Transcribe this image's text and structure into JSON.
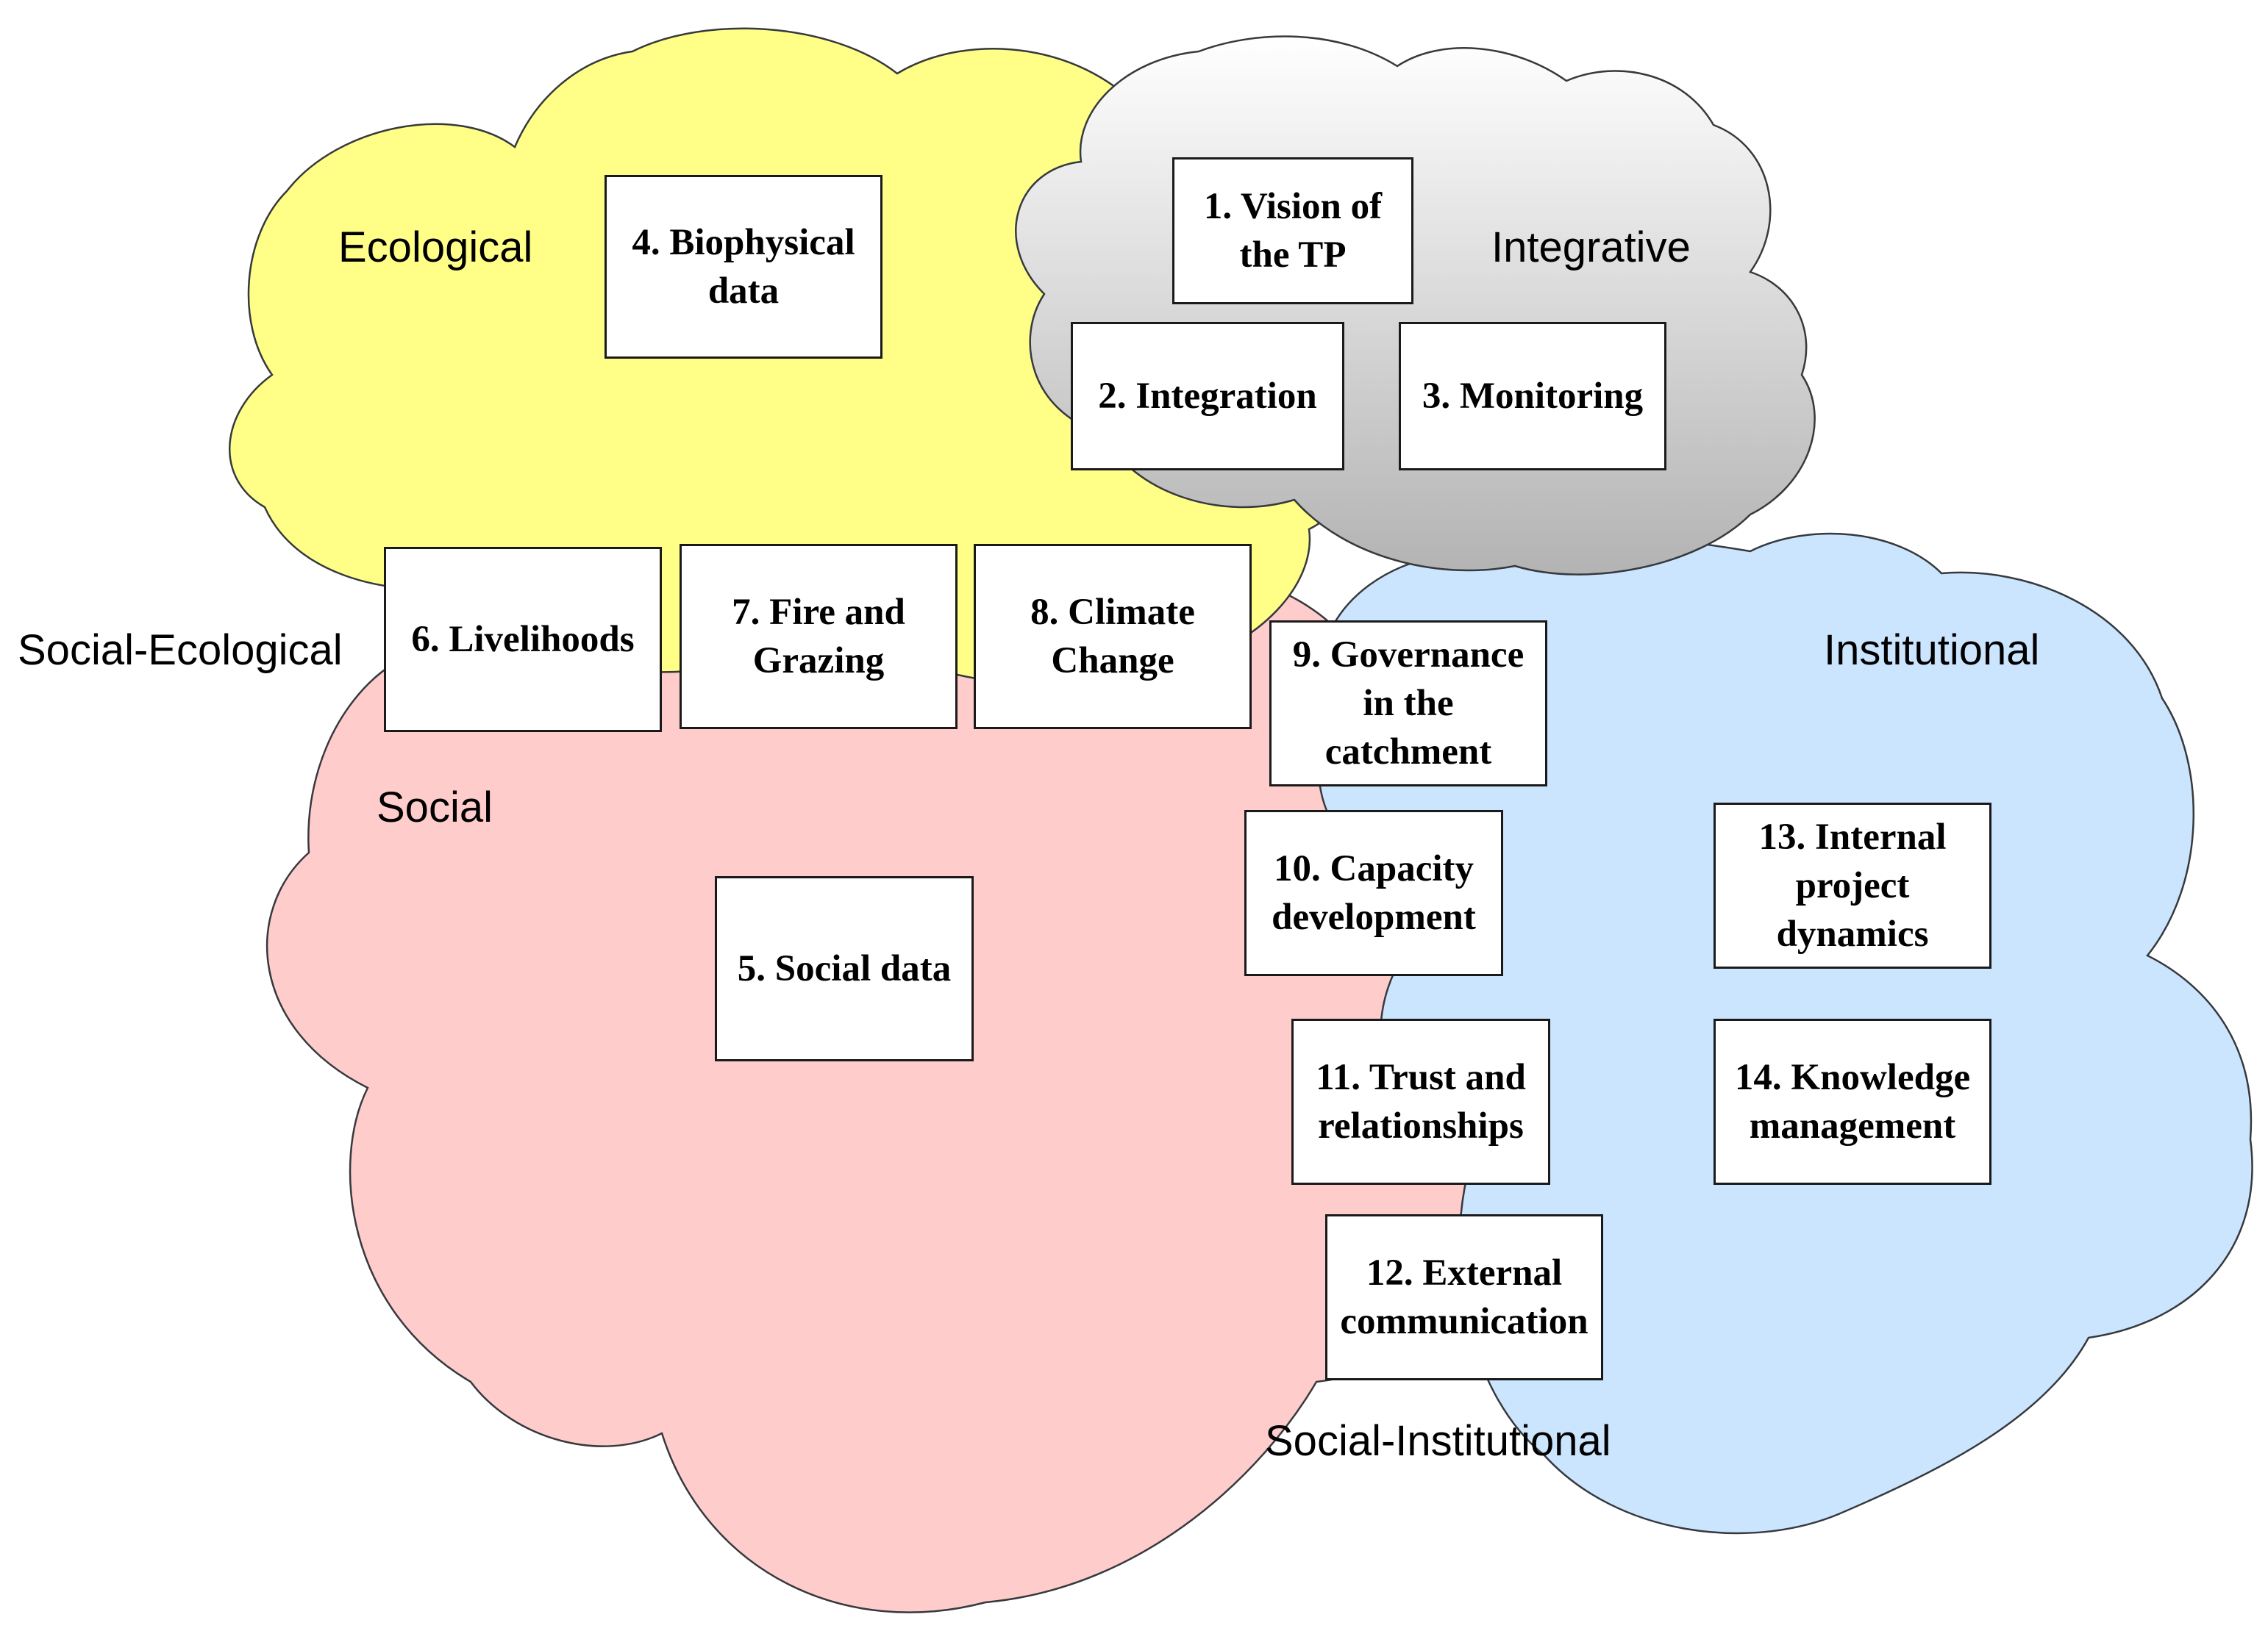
{
  "colors": {
    "ecological": "#FFFF88",
    "social": "#FFCCCC",
    "institutional": "#CCE5FF",
    "integrative_top": "#FFFFFF",
    "integrative_bottom": "#B3B3B3",
    "outline": "#36393D"
  },
  "regions": {
    "ecological": "Ecological",
    "integrative": "Integrative",
    "social_ecological": "Social-Ecological",
    "institutional": "Institutional",
    "social": "Social",
    "social_institutional": "Social-Institutional"
  },
  "boxes": {
    "b1": "1. Vision of\nthe TP",
    "b2": "2. Integration",
    "b3": "3. Monitoring",
    "b4": "4. Biophysical\ndata",
    "b5": "5. Social data",
    "b6": "6. Livelihoods",
    "b7": "7. Fire and\nGrazing",
    "b8": "8. Climate\nChange",
    "b9": "9. Governance\nin the\ncatchment",
    "b10": "10. Capacity\ndevelopment",
    "b11": "11. Trust and\nrelationships",
    "b12": "12. External\ncommunication",
    "b13": "13. Internal\nproject\ndynamics",
    "b14": "14. Knowledge\nmanagement"
  }
}
